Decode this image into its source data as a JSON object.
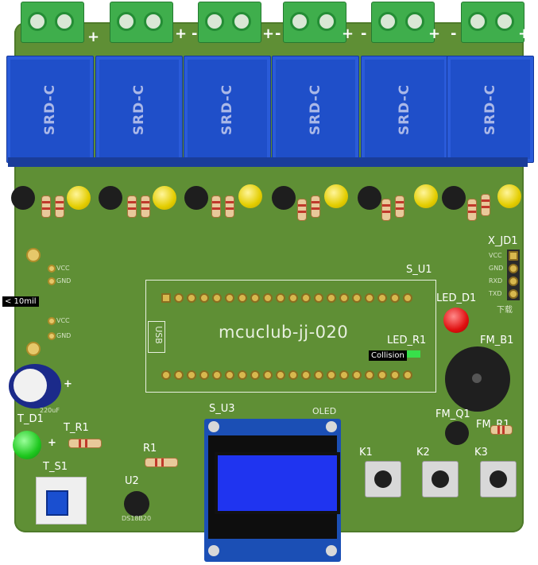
{
  "colors": {
    "board": "#5f8f35",
    "relay": "#1f4fc9",
    "terminal": "#3fae4c",
    "silk": "#e8f0e0",
    "oled": "#1b4fb5"
  },
  "relays": [
    {
      "label": "SRD-C"
    },
    {
      "label": "SRD-C"
    },
    {
      "label": "SRD-C"
    },
    {
      "label": "SRD-C"
    },
    {
      "label": "SRD-C"
    },
    {
      "label": "SRD-C"
    }
  ],
  "polarity": {
    "plus": "+",
    "minus": "-"
  },
  "board_title": "mcuclub-jj-020",
  "usb_label": "USB",
  "labels": {
    "s_u1": "S_U1",
    "led_d1": "LED_D1",
    "led_r1": "LED_R1",
    "fm_b1": "FM_B1",
    "fm_q1": "FM_Q1",
    "fm_r1": "FM_R1",
    "x_jd1": "X_JD1",
    "t_d1": "T_D1",
    "t_r1": "T_R1",
    "t_s1": "T_S1",
    "r1": "R1",
    "u2": "U2",
    "s_u3": "S_U3",
    "oled": "OLED",
    "k1": "K1",
    "k2": "K2",
    "k3": "K3",
    "cap": "220uF",
    "u2_part": "DS18B20",
    "download": "下载"
  },
  "x_jd1_pins": [
    "VCC",
    "GND",
    "RXD",
    "TXD"
  ],
  "left_pins": [
    "VCC",
    "GND"
  ],
  "left_pins2": [
    "VCC",
    "GND"
  ],
  "overlays": {
    "measure": "< 10mil",
    "collision": "Collision"
  }
}
